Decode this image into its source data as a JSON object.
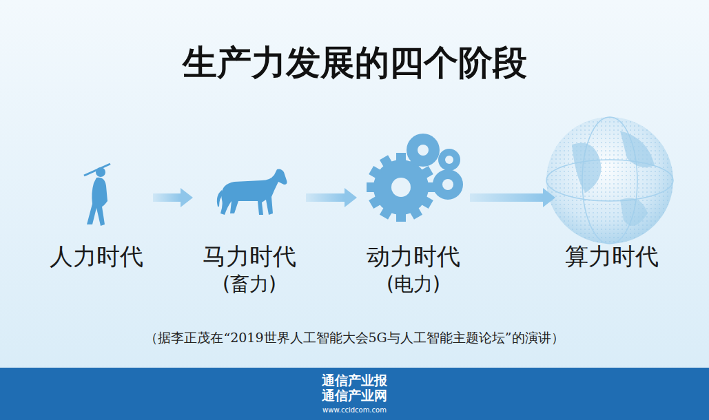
{
  "diagram": {
    "title": "生产力发展的四个阶段",
    "caption": "（据李正茂在“2019世界人工智能大会5G与人工智能主题论坛”的演讲）",
    "nodes": [
      {
        "text": [
          "人力时代"
        ]
      },
      {
        "text": [
          "马力时代",
          "(畜力)"
        ]
      },
      {
        "text": [
          "动力时代",
          "(电力)"
        ]
      },
      {
        "text": [
          "算力时代"
        ]
      }
    ],
    "edges": [
      {
        "from": 0,
        "to": 1,
        "arrow": "to"
      },
      {
        "from": 1,
        "to": 2,
        "arrow": "to"
      },
      {
        "from": 2,
        "to": 3,
        "arrow": "to"
      }
    ],
    "labels": [
      "通信产业报",
      "通信产业网",
      "www.ccidcom.com"
    ]
  }
}
